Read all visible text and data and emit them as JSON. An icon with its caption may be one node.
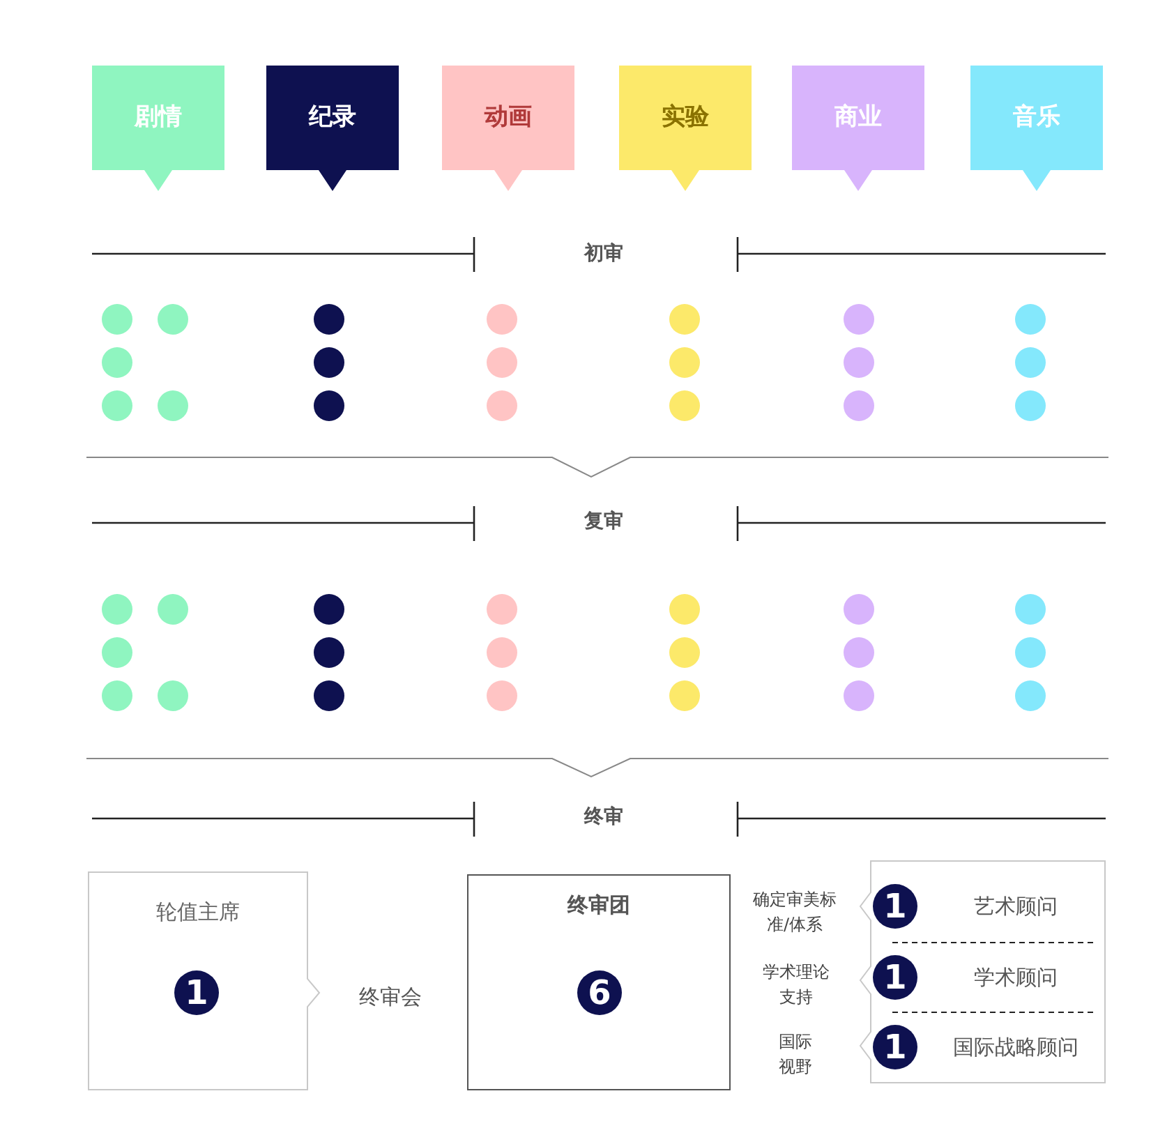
{
  "diagram": {
    "nodes": [
      {
        "text": [
          "剧情"
        ]
      },
      {
        "text": [
          "纪录"
        ]
      },
      {
        "text": [
          "动画"
        ]
      },
      {
        "text": [
          "实验"
        ]
      },
      {
        "text": [
          "商业"
        ]
      },
      {
        "text": [
          "音乐"
        ]
      },
      {
        "text": [],
        "shape": "circle"
      },
      {
        "text": [],
        "shape": "circle"
      },
      {
        "text": [],
        "shape": "circle"
      },
      {
        "text": [],
        "shape": "circle"
      },
      {
        "text": [],
        "shape": "circle"
      },
      {
        "text": [],
        "shape": "circle"
      },
      {
        "text": [],
        "shape": "circle"
      },
      {
        "text": [],
        "shape": "circle"
      },
      {
        "text": [],
        "shape": "circle"
      },
      {
        "text": [],
        "shape": "circle"
      },
      {
        "text": [],
        "shape": "circle"
      },
      {
        "text": [],
        "shape": "circle"
      },
      {
        "text": [],
        "shape": "circle"
      },
      {
        "text": [],
        "shape": "circle"
      },
      {
        "text": [],
        "shape": "circle"
      },
      {
        "text": [],
        "shape": "circle"
      },
      {
        "text": [],
        "shape": "circle"
      },
      {
        "text": [],
        "shape": "circle"
      },
      {
        "text": [],
        "shape": "circle"
      },
      {
        "text": [],
        "shape": "circle"
      },
      {
        "text": [],
        "shape": "circle"
      },
      {
        "text": [],
        "shape": "circle"
      },
      {
        "text": [],
        "shape": "circle"
      },
      {
        "text": [],
        "shape": "circle"
      },
      {
        "text": [],
        "shape": "circle"
      },
      {
        "text": [],
        "shape": "circle"
      },
      {
        "text": [],
        "shape": "circle"
      },
      {
        "text": [],
        "shape": "circle"
      },
      {
        "text": [],
        "shape": "circle"
      },
      {
        "text": [],
        "shape": "circle"
      },
      {
        "text": [],
        "shape": "circle"
      },
      {
        "text": [],
        "shape": "circle"
      },
      {
        "text": [],
        "shape": "circle"
      },
      {
        "text": [],
        "shape": "circle"
      },
      {
        "text": [],
        "shape": "circle"
      },
      {
        "text": [],
        "shape": "circle"
      },
      {
        "text": [],
        "shape": "circle"
      },
      {
        "text": [],
        "shape": "circle"
      },
      {
        "text": [],
        "shape": "circle"
      },
      {
        "text": [],
        "shape": "circle"
      },
      {
        "text": [
          "轮值主席",
          "1"
        ]
      },
      {
        "text": [
          "终审团",
          "6"
        ]
      },
      {
        "text": [],
        "shape": "box"
      },
      {
        "text": [
          "1",
          "艺术顾问"
        ],
        "in": 48
      },
      {
        "text": [
          "1",
          "学术顾问"
        ],
        "in": 48
      },
      {
        "text": [
          "1",
          "国际战略顾问"
        ],
        "in": 48
      }
    ],
    "labels": [
      "初审",
      "复审",
      "终审",
      "终审会",
      "确定审美标准/体系",
      "学术理论支持",
      "国际视野"
    ]
  }
}
